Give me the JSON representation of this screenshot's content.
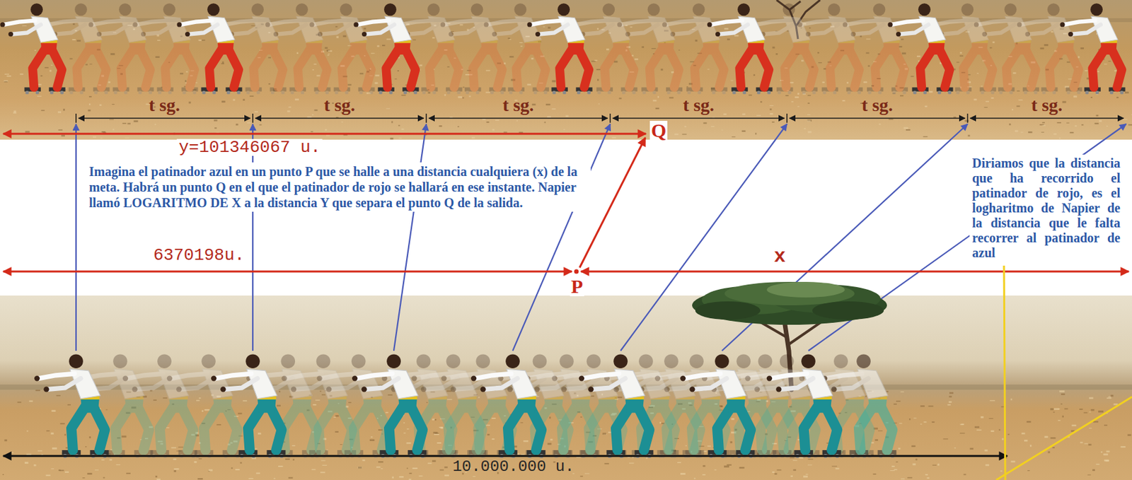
{
  "diagram": {
    "labels": [
      "t sg.",
      "t sg.",
      "t sg.",
      "t sg.",
      "t sg.",
      "t sg.",
      "y=101346067 u.",
      "Q",
      "Imagina el patinador azul en un punto P que se halle a una distancia cualquiera (x) de la meta. Habrá un punto Q en el que el patinador de rojo se hallará en ese instante. Napier llamó LOGARITMO DE X a la distancia Y que separa el punto Q de la salida.",
      "Diriamos que la distancia que ha recorrido el patinador de rojo, es el logharitmo de Napier de la distancia que le falta recorrer al patinador de azul",
      "6370198u.",
      "P",
      "x",
      "10.000.000 u."
    ]
  }
}
